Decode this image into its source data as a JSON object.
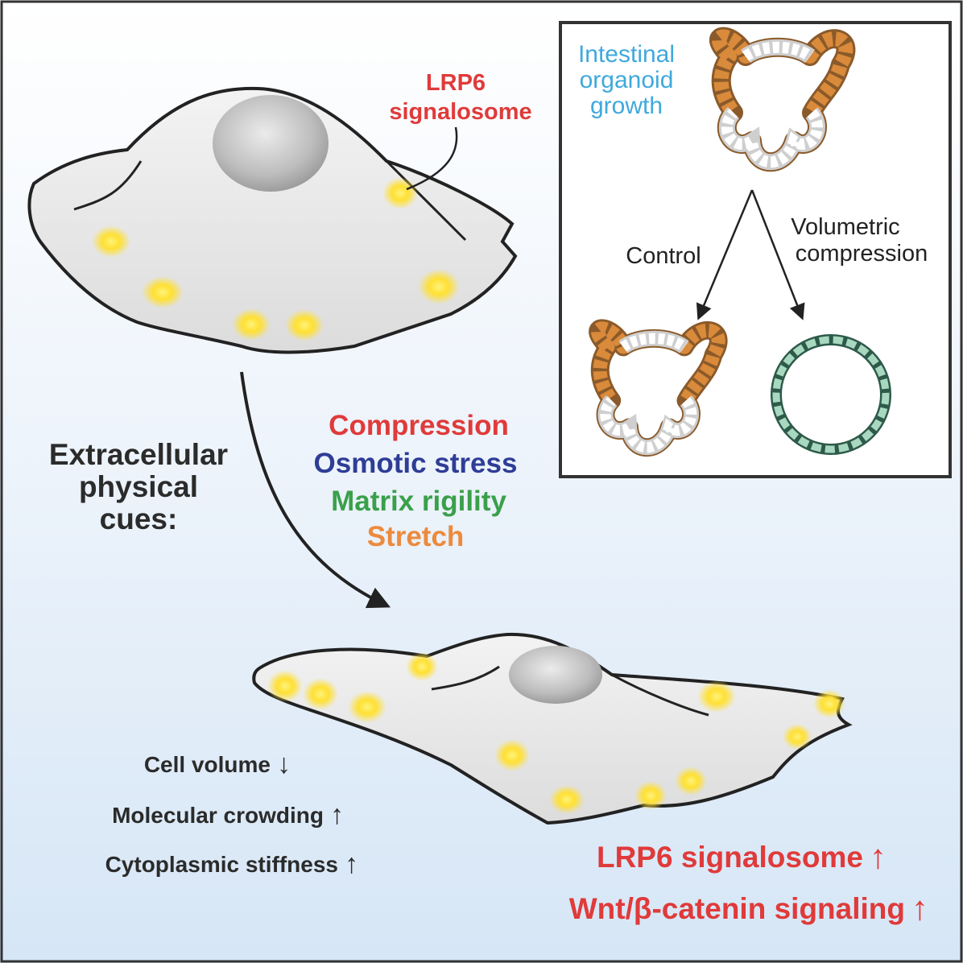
{
  "top_cell": {
    "annotation_line1": "LRP6",
    "annotation_line2": "signalosome"
  },
  "inset": {
    "title_line1": "Intestinal",
    "title_line2": "organoid",
    "title_line3": "growth",
    "branch_left": "Control",
    "branch_right_line1": "Volumetric",
    "branch_right_line2": "compression"
  },
  "cues": {
    "heading_line1": "Extracellular",
    "heading_line2": "physical",
    "heading_line3": "cues:",
    "items": [
      {
        "label": "Compression",
        "color": "#e03a3a"
      },
      {
        "label": "Osmotic stress",
        "color": "#2e3d96"
      },
      {
        "label": "Matrix rigility",
        "color": "#3aa04a"
      },
      {
        "label": "Stretch",
        "color": "#ec8a3c"
      }
    ]
  },
  "effects": [
    {
      "label": "Cell volume",
      "arrow": "↓"
    },
    {
      "label": "Molecular crowding",
      "arrow": "↑"
    },
    {
      "label": "Cytoplasmic stiffness",
      "arrow": "↑"
    }
  ],
  "outcomes": [
    {
      "label": "LRP6 signalosome",
      "arrow": "↑"
    },
    {
      "label": "Wnt/β-catenin signaling",
      "arrow": "↑"
    }
  ],
  "colors": {
    "red": "#e03a3a",
    "blue_title": "#3fa9dc",
    "glow": "#ffe033",
    "cell_fill": "#ececec",
    "text_dark": "#2b2b2b"
  }
}
